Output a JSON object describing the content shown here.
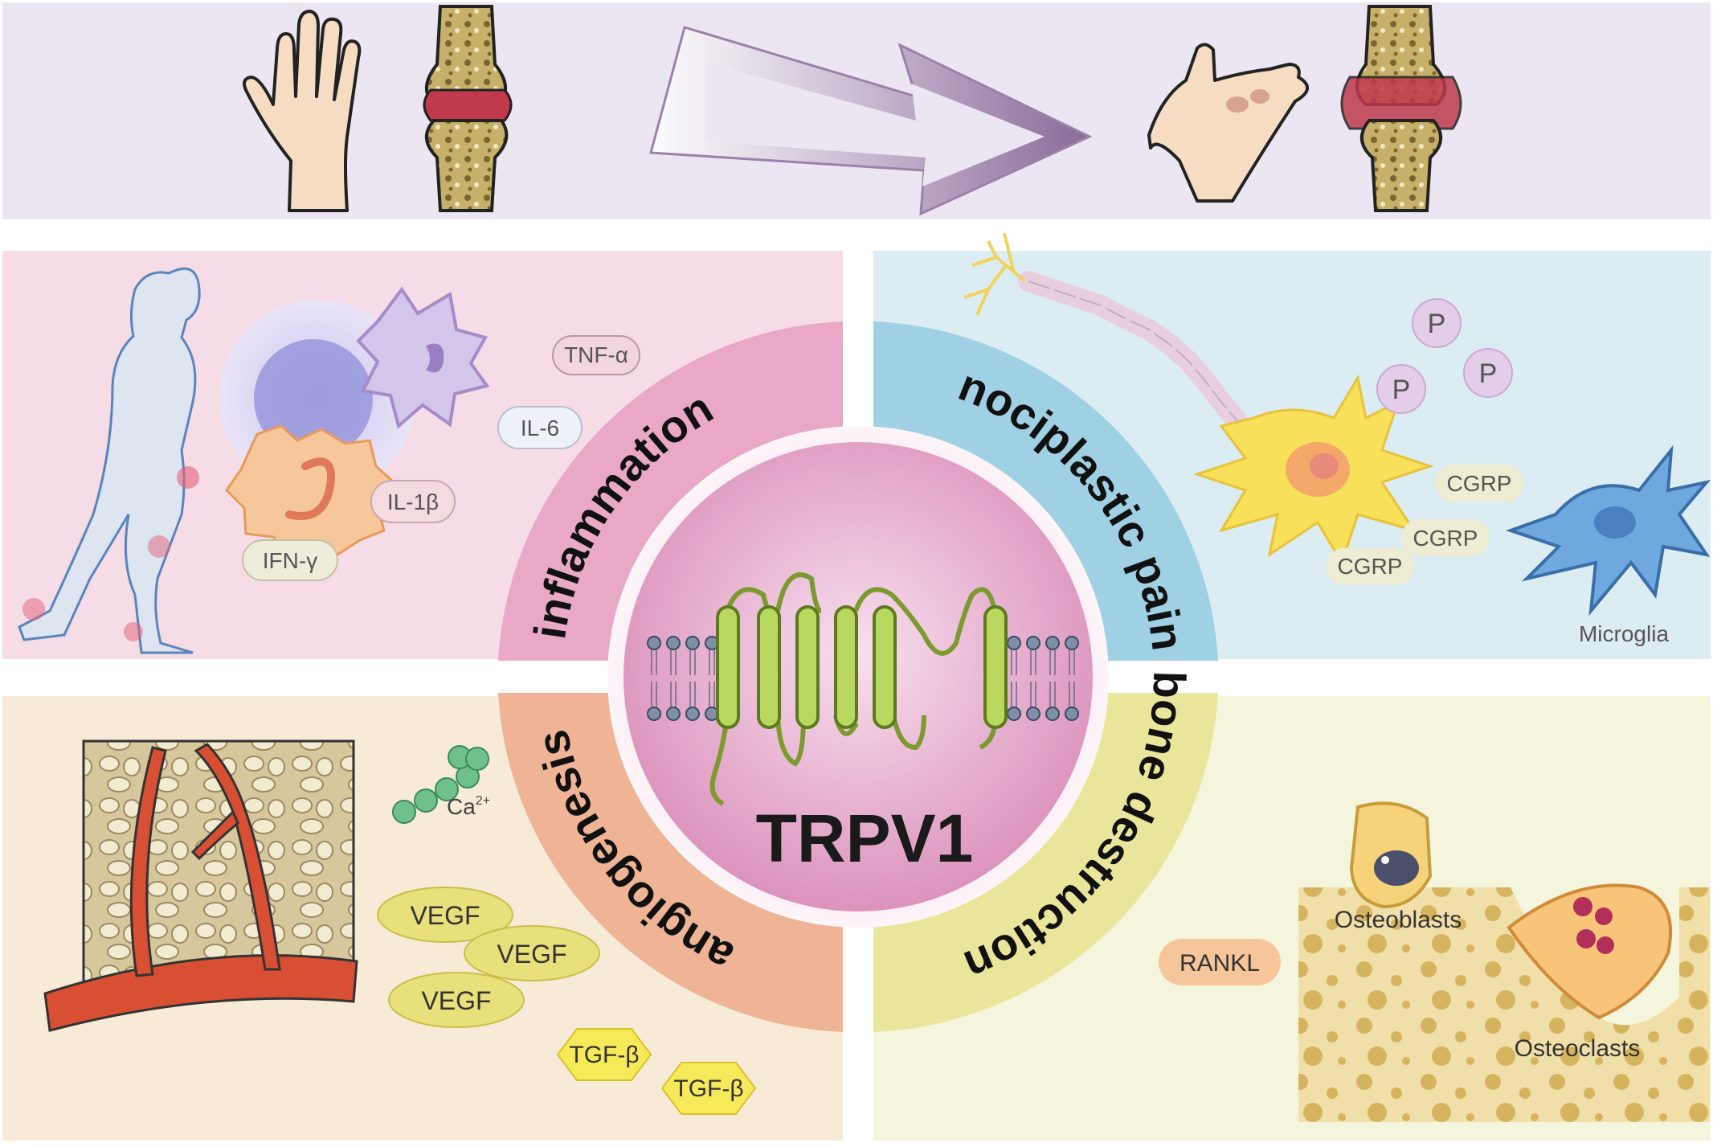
{
  "center": {
    "title": "TRPV1"
  },
  "arcs": {
    "top_left": "inflammation",
    "top_right": "nociplastic pain",
    "bottom_left": "angiogenesis",
    "bottom_right": "bone destruction"
  },
  "inflammation_panel": {
    "cytokines": [
      "TNF-α",
      "IL-6",
      "IL-1β",
      "IFN-γ"
    ]
  },
  "pain_panel": {
    "p_markers": [
      "P",
      "P",
      "P"
    ],
    "cgrp": [
      "CGRP",
      "CGRP",
      "CGRP"
    ],
    "microglia": "Microglia"
  },
  "angiogenesis_panel": {
    "calcium_base": "Ca",
    "calcium_sup": "2+",
    "vegf": [
      "VEGF",
      "VEGF",
      "VEGF"
    ],
    "tgf": [
      "TGF-β",
      "TGF-β"
    ]
  },
  "bone_panel": {
    "rankl": "RANKL",
    "osteoblasts": "Osteoblasts",
    "osteoclasts": "Osteoclasts"
  },
  "colors": {
    "top_band": "#ece6f2",
    "inflammation_bg": "#f5dce6",
    "pain_bg": "#dcecf3",
    "angiogenesis_bg": "#f7ebd8",
    "bone_bg": "#f5f4dc",
    "inflammation_arc": "#e8a8c6",
    "pain_arc": "#9fd0e3",
    "angiogenesis_arc": "#efb496",
    "bone_arc": "#e9e69c",
    "center_circle": "#e4a3c8",
    "helix": "#b8d860"
  }
}
